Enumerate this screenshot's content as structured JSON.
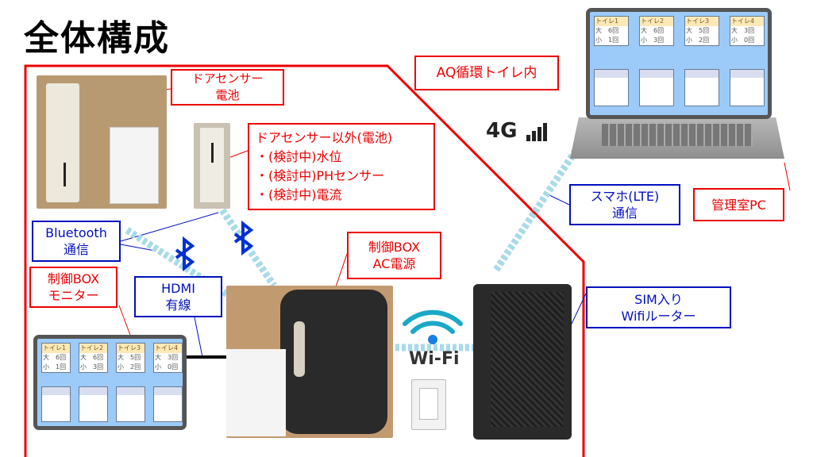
{
  "title": "全体構成",
  "labels": {
    "area": "AQ循環トイレ内",
    "door_sensor": [
      "ドアセンサー",
      "電池"
    ],
    "other_sensors": [
      "ドアセンサー以外(電池)",
      "・(検討中)水位",
      "・(検討中)PHセンサー",
      "・(検討中)電流"
    ],
    "bluetooth": [
      "Bluetooth",
      "通信"
    ],
    "monitor": [
      "制御BOX",
      "モニター"
    ],
    "hdmi": [
      "HDMI",
      "有線"
    ],
    "control_box": [
      "制御BOX",
      "AC電源"
    ],
    "lte": [
      "スマホ(LTE)",
      "通信"
    ],
    "router": [
      "SIM入り",
      "Wifiルーター"
    ],
    "pc": "管理室PC",
    "network_4g": "4G",
    "wifi": "Wi-Fi"
  },
  "dashboard_pc": [
    {
      "name": "トイレ1",
      "large": "大　6回",
      "small": "小　1回"
    },
    {
      "name": "トイレ2",
      "large": "大　6回",
      "small": "小　3回"
    },
    {
      "name": "トイレ3",
      "large": "大　5回",
      "small": "小　2回"
    },
    {
      "name": "トイレ4",
      "large": "大　3回",
      "small": "小　0回"
    }
  ],
  "dashboard_monitor": [
    {
      "name": "トイレ1",
      "large": "大　6回",
      "small": "小　1回"
    },
    {
      "name": "トイレ2",
      "large": "大　6回",
      "small": "小　3回"
    },
    {
      "name": "トイレ3",
      "large": "大　5回",
      "small": "小　2回"
    },
    {
      "name": "トイレ4",
      "large": "大　3回",
      "small": "小　0回"
    }
  ],
  "colors": {
    "red": "#ee0000",
    "blue": "#0010c0",
    "screen": "#9ccbfa"
  }
}
